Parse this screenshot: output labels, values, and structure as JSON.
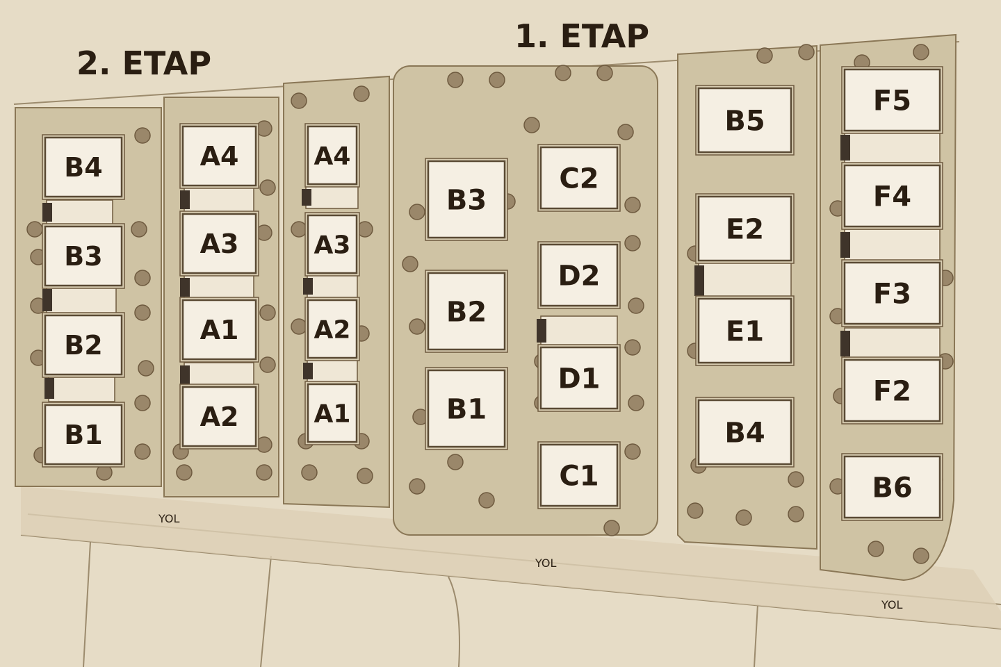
{
  "phases": {
    "phase1": "1. ETAP",
    "phase2": "2. ETAP"
  },
  "road_label": "YOL",
  "units": {
    "left_col": [
      "B4",
      "B3",
      "B2",
      "B1"
    ],
    "a_col_wide": [
      "A4",
      "A3",
      "A1",
      "A2"
    ],
    "a_col_narrow": [
      "A4",
      "A3",
      "A2",
      "A1"
    ],
    "b_col": [
      "B3",
      "B2",
      "B1"
    ],
    "cd_col": [
      "C2",
      "D2",
      "D1",
      "C1"
    ],
    "be_col": [
      "B5",
      "E2",
      "E1",
      "B4"
    ],
    "fb_col": [
      "F5",
      "F4",
      "F3",
      "F2",
      "B6"
    ]
  },
  "colors": {
    "background": "#e6dcc6",
    "lot": "#cfc3a4",
    "building": "#f5efe3",
    "outline": "#6e5a3f",
    "tree": "#9a876a",
    "text": "#2a1e12"
  }
}
